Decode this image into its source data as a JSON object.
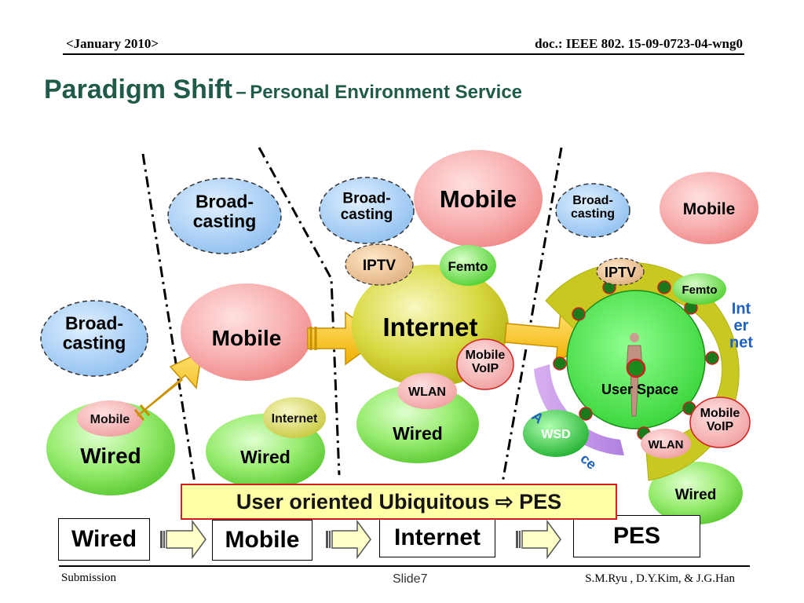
{
  "header": {
    "date": "<January 2010>",
    "doc_id": "doc.: IEEE 802. 15-09-0723-04-wng0"
  },
  "title": {
    "main": "Paradigm Shift",
    "dash": "–",
    "sub": "Personal Environment Service"
  },
  "stage1": {
    "broadcasting": "Broad-\ncasting",
    "mobile": "Mobile",
    "wired": "Wired"
  },
  "stage2": {
    "broadcasting": "Broad-\ncasting",
    "mobile": "Mobile",
    "internet": "Internet",
    "wired": "Wired"
  },
  "stage3": {
    "broadcasting": "Broad-\ncasting",
    "mobile": "Mobile",
    "iptv": "IPTV",
    "femto": "Femto",
    "internet": "Internet",
    "mobile_voip": "Mobile\nVoIP",
    "wlan": "WLAN",
    "wired": "Wired"
  },
  "stage4": {
    "broadcasting": "Broad-\ncasting",
    "mobile": "Mobile",
    "iptv": "IPTV",
    "femto": "Femto",
    "internet_ring": "Int\ner\nnet",
    "user_space": "User Space",
    "mobile_voip": "Mobile\nVoIP",
    "wlan": "WLAN",
    "wsd": "WSD",
    "wired": "Wired",
    "partial_left": "A",
    "partial_right": "ce"
  },
  "banner": {
    "text": "User oriented Ubiquitous",
    "arrow": "⇨",
    "target": "PES"
  },
  "stages_row": [
    "Wired",
    "Mobile",
    "Internet",
    "PES"
  ],
  "footer": {
    "left": "Submission",
    "center": "Slide7",
    "right": "S.M.Ryu , D.Y.Kim, & J.G.Han"
  },
  "colors": {
    "title": "#1f5a4a",
    "mobile": "#f5a0a0",
    "broadcasting": "#a0c8f0",
    "wired": "#80e050",
    "internet": "#c8c820",
    "femto": "#70e050",
    "banner_border": "#d02020",
    "banner_fill": "#ffffa8"
  }
}
